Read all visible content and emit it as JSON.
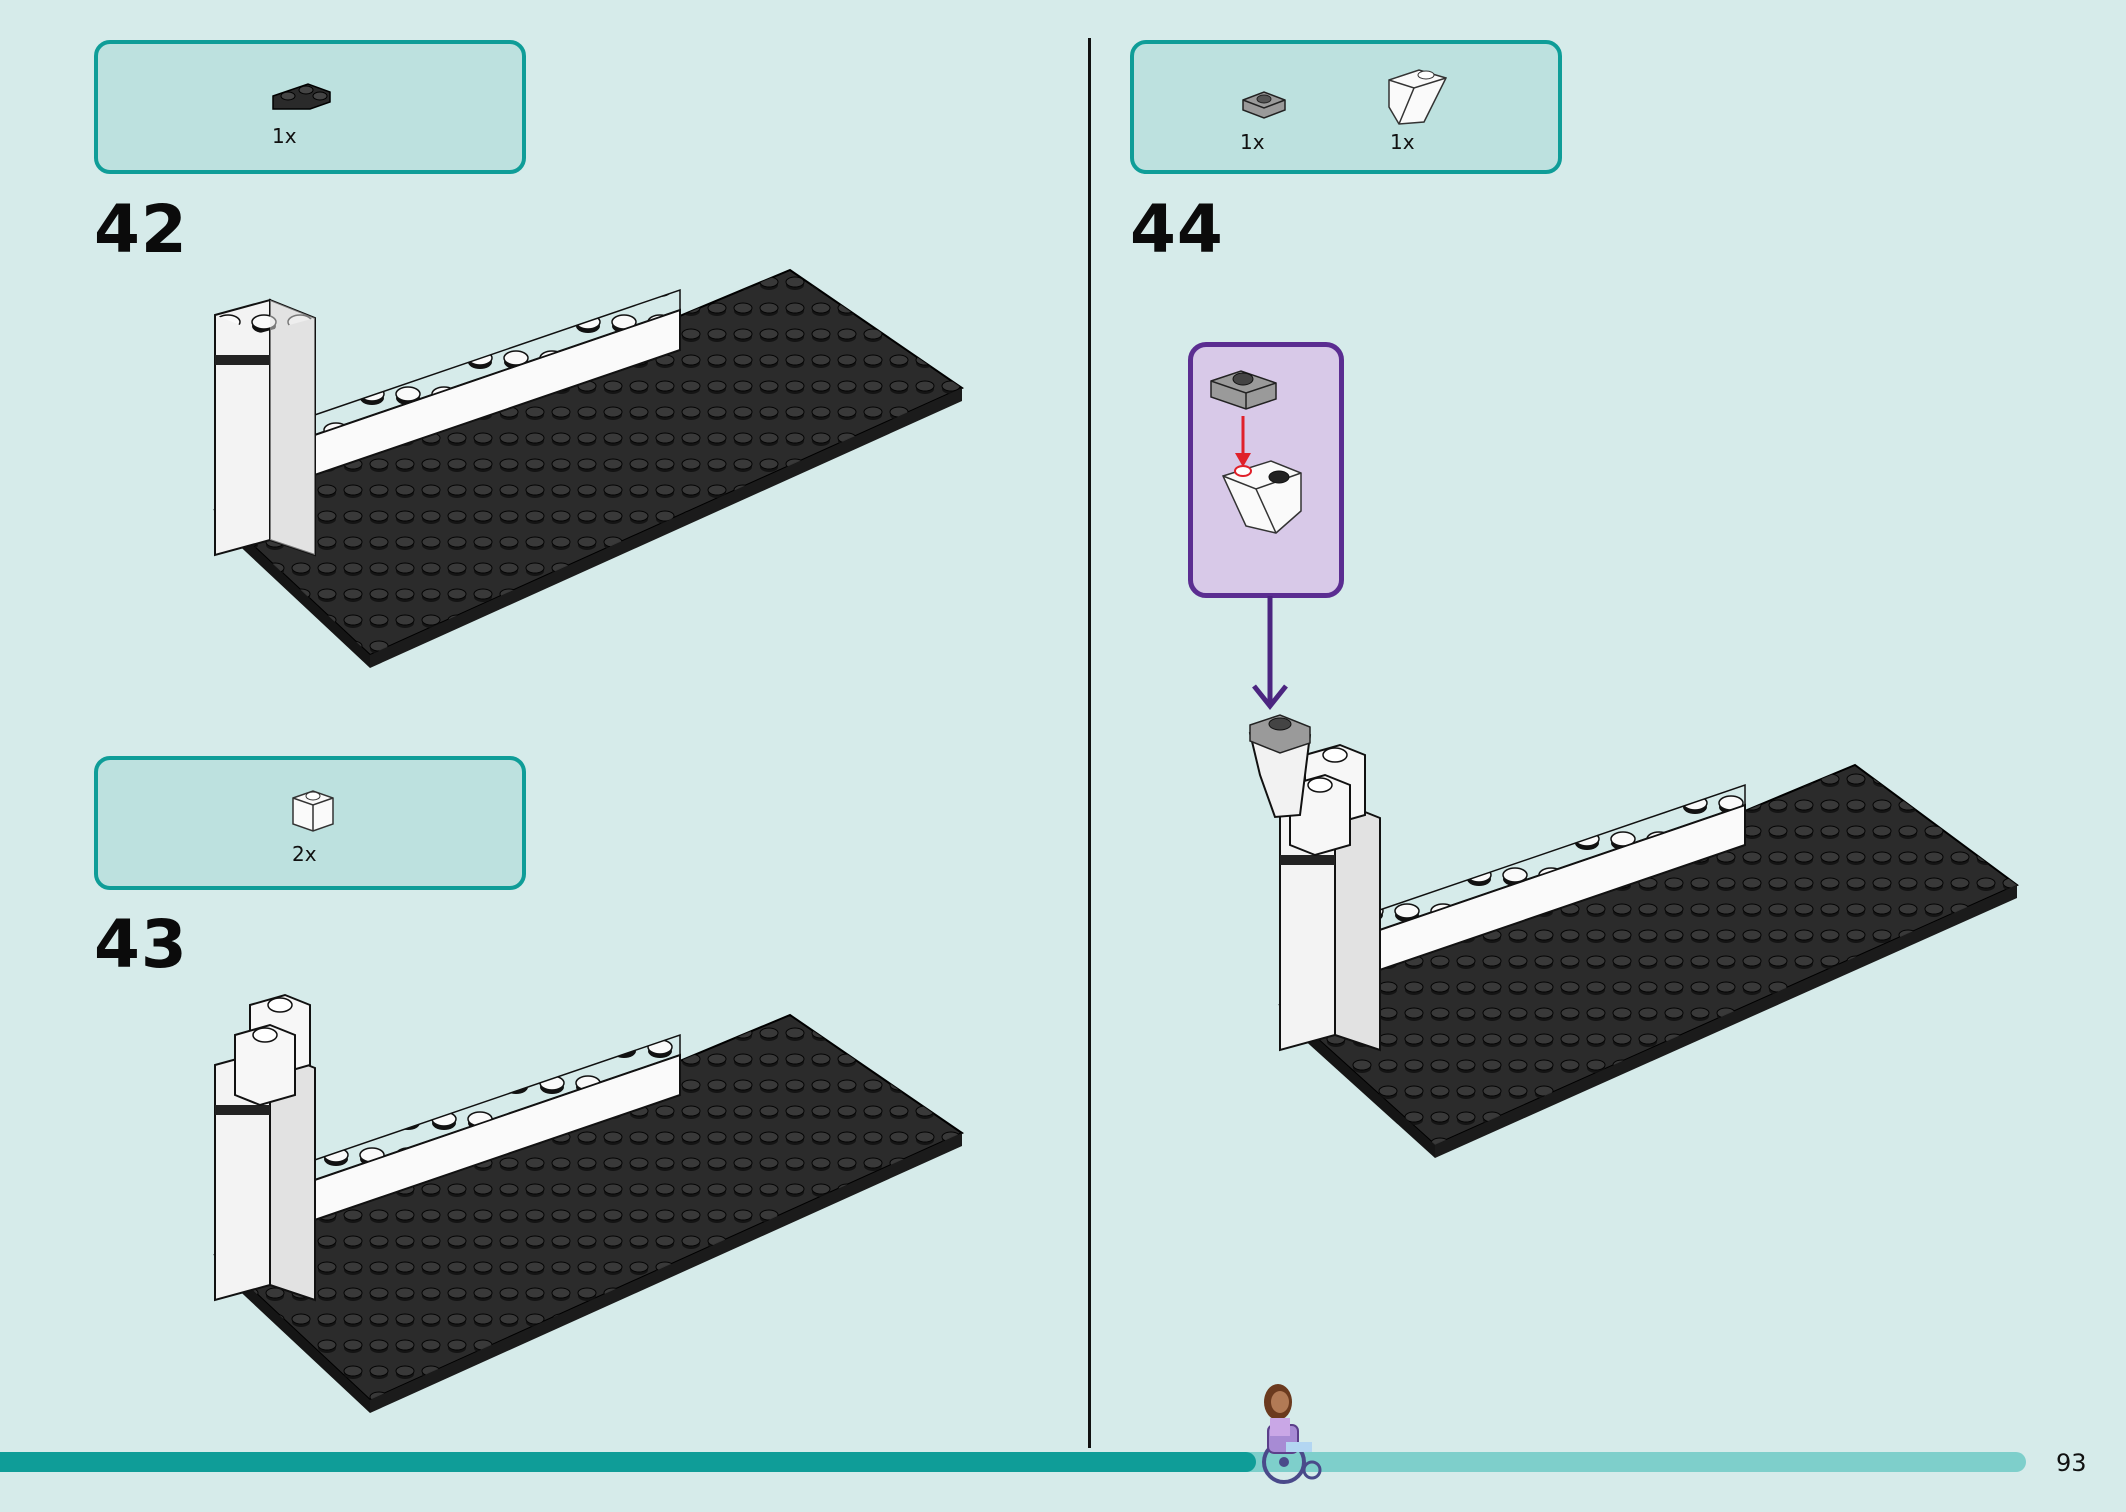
{
  "steps": [
    {
      "number": "42",
      "parts": [
        {
          "qty": "1x",
          "part": "dark-grey-corner-plate"
        }
      ]
    },
    {
      "number": "43",
      "parts": [
        {
          "qty": "2x",
          "part": "white-1x1-brick"
        }
      ]
    },
    {
      "number": "44",
      "parts": [
        {
          "qty": "1x",
          "part": "grey-1x1-plate"
        },
        {
          "qty": "1x",
          "part": "white-inverted-slope"
        }
      ]
    }
  ],
  "footer": {
    "page_number": "93",
    "progress": 0.62
  },
  "colors": {
    "background": "#d6ebea",
    "box_fill": "#bde1df",
    "box_border": "#0f9d98",
    "callout_border": "#5b2d91",
    "callout_fill": "#d8c9e8",
    "progress_fill": "#0f9d98",
    "progress_track": "#7ecfcb"
  }
}
